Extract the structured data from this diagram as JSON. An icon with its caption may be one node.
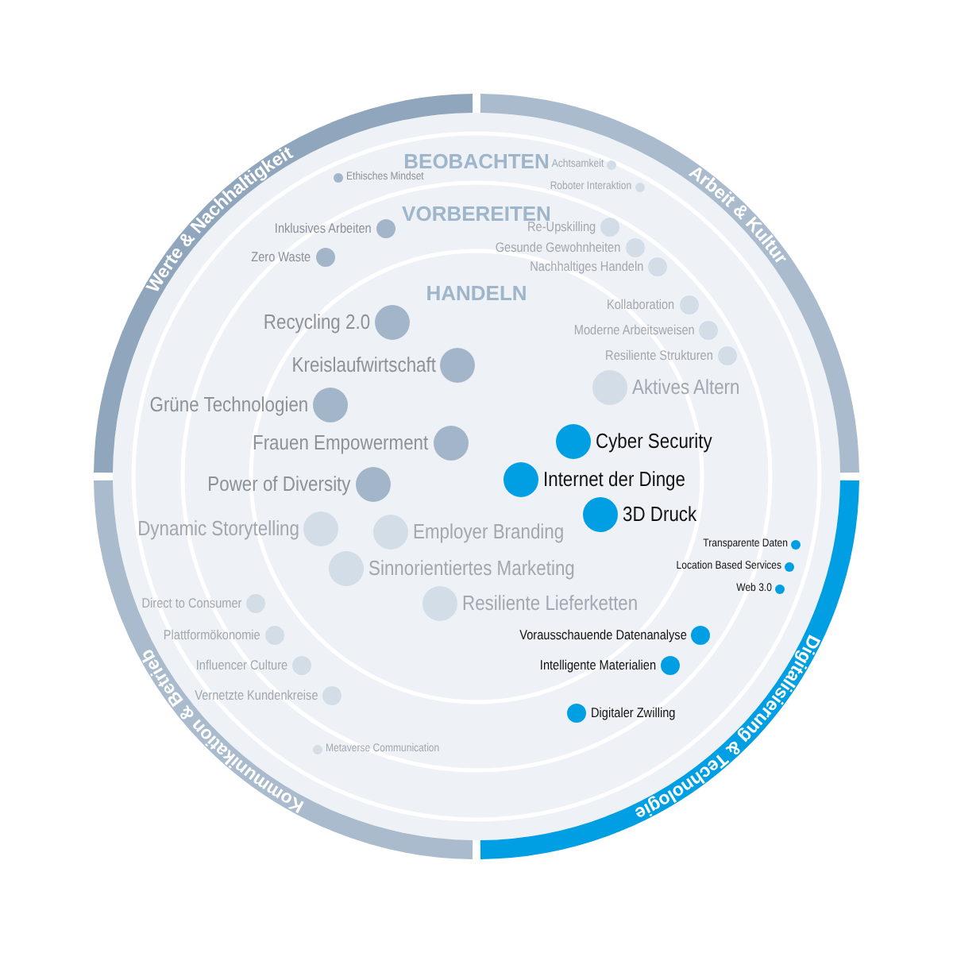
{
  "diagram": {
    "nodes": [
      {
        "text": [],
        "shape": "circle",
        "beside": [
          "Ethisches Mindset"
        ]
      },
      {
        "text": [],
        "shape": "circle",
        "beside": [
          "Achtsamkeit"
        ]
      },
      {
        "text": [],
        "shape": "circle",
        "beside": [
          "Roboter Interaktion"
        ]
      },
      {
        "text": [],
        "shape": "circle",
        "beside": [
          "Inklusives Arbeiten"
        ]
      },
      {
        "text": [],
        "shape": "circle",
        "beside": [
          "Re-Upskilling"
        ]
      },
      {
        "text": [],
        "shape": "circle",
        "beside": [
          "Gesunde Gewohnheiten"
        ]
      },
      {
        "text": [],
        "shape": "circle",
        "beside": [
          "Zero Waste"
        ]
      },
      {
        "text": [],
        "shape": "circle",
        "beside": [
          "Nachhaltiges Handeln"
        ]
      },
      {
        "text": [],
        "shape": "circle",
        "beside": [
          "Kollaboration"
        ]
      },
      {
        "text": [],
        "shape": "circle",
        "beside": [
          "Recycling 2.0"
        ]
      },
      {
        "text": [],
        "shape": "circle",
        "beside": [
          "Moderne Arbeitsweisen"
        ]
      },
      {
        "text": [],
        "shape": "circle",
        "beside": [
          "Resiliente Strukturen"
        ]
      },
      {
        "text": [],
        "shape": "circle",
        "beside": [
          "Kreislaufwirtschaft"
        ]
      },
      {
        "text": [],
        "shape": "circle",
        "beside": [
          "Aktives Altern"
        ]
      },
      {
        "text": [],
        "shape": "circle",
        "beside": [
          "Grüne Technologien"
        ]
      },
      {
        "text": [],
        "shape": "circle",
        "beside": [
          "Cyber Security"
        ]
      },
      {
        "text": [],
        "shape": "circle",
        "beside": [
          "Frauen Empowerment"
        ]
      },
      {
        "text": [],
        "shape": "circle",
        "beside": [
          "Internet der Dinge"
        ]
      },
      {
        "text": [],
        "shape": "circle",
        "beside": [
          "Power of Diversity"
        ]
      },
      {
        "text": [],
        "shape": "circle",
        "beside": [
          "3D Druck"
        ]
      },
      {
        "text": [],
        "shape": "circle",
        "beside": [
          "Dynamic Storytelling"
        ]
      },
      {
        "text": [],
        "shape": "circle",
        "beside": [
          "Employer Branding"
        ]
      },
      {
        "text": [],
        "shape": "circle",
        "beside": [
          "Transparente Daten"
        ]
      },
      {
        "text": [],
        "shape": "circle",
        "beside": [
          "Location Based Services"
        ]
      },
      {
        "text": [],
        "shape": "circle",
        "beside": [
          "Sinnorientiertes Marketing"
        ]
      },
      {
        "text": [],
        "shape": "circle",
        "beside": [
          "Web 3.0"
        ]
      },
      {
        "text": [],
        "shape": "circle",
        "beside": [
          "Direct to Consumer"
        ]
      },
      {
        "text": [],
        "shape": "circle",
        "beside": [
          "Resiliente Lieferketten"
        ]
      },
      {
        "text": [],
        "shape": "circle",
        "beside": [
          "Plattformökonomie"
        ]
      },
      {
        "text": [],
        "shape": "circle",
        "beside": [
          "Vorausschauende Datenanalyse"
        ]
      },
      {
        "text": [],
        "shape": "circle",
        "beside": [
          "Intelligente Materialien"
        ]
      },
      {
        "text": [],
        "shape": "circle",
        "beside": [
          "Influencer Culture"
        ]
      },
      {
        "text": [],
        "shape": "circle",
        "beside": [
          "Vernetzte Kundenkreise"
        ]
      },
      {
        "text": [],
        "shape": "circle",
        "beside": [
          "Digitaler Zwilling"
        ]
      },
      {
        "text": [],
        "shape": "circle",
        "beside": [
          "Metaverse Communication"
        ]
      }
    ],
    "labels": [
      "Werte & Nachhaltigkeit",
      "Arbeit & Kultur",
      "BEOBACHTEN",
      "VORBEREITEN",
      "HANDELN",
      "Digitalisierung & Technologie",
      "Kommunikation & Betrieb"
    ]
  }
}
